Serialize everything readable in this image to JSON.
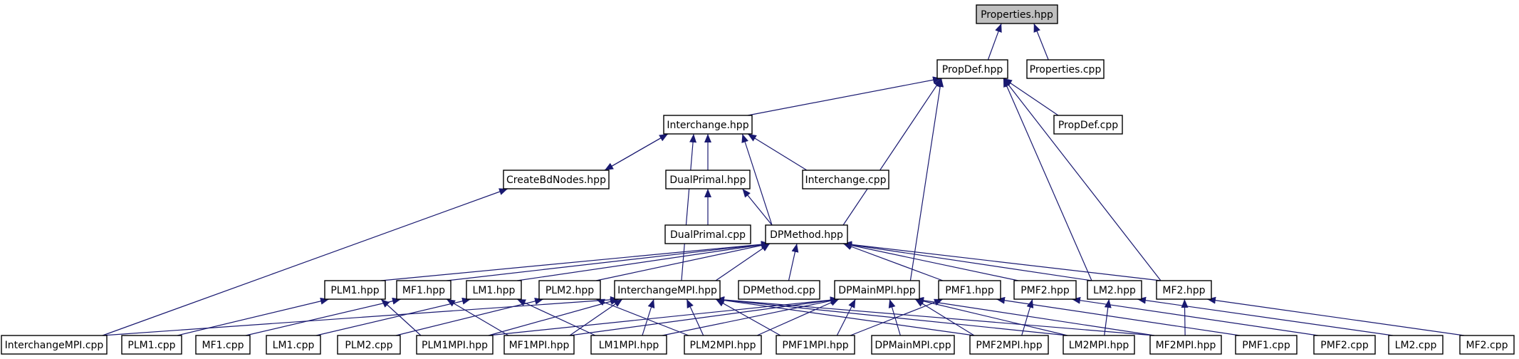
{
  "colors": {
    "edge": "#191970",
    "root_fill": "#bfbfbf",
    "node_fill": "#ffffff",
    "border": "#000000"
  },
  "nodes": [
    {
      "id": "properties_hpp",
      "label": "Properties.hpp",
      "root": true
    },
    {
      "id": "propdef_hpp",
      "label": "PropDef.hpp"
    },
    {
      "id": "properties_cpp",
      "label": "Properties.cpp"
    },
    {
      "id": "interchange_hpp",
      "label": "Interchange.hpp"
    },
    {
      "id": "propdef_cpp",
      "label": "PropDef.cpp"
    },
    {
      "id": "createbdnodes_hpp",
      "label": "CreateBdNodes.hpp"
    },
    {
      "id": "dualprimal_hpp",
      "label": "DualPrimal.hpp"
    },
    {
      "id": "interchange_cpp",
      "label": "Interchange.cpp"
    },
    {
      "id": "dualprimal_cpp",
      "label": "DualPrimal.cpp"
    },
    {
      "id": "dpmethod_hpp",
      "label": "DPMethod.hpp"
    },
    {
      "id": "plm1_hpp",
      "label": "PLM1.hpp"
    },
    {
      "id": "mf1_hpp",
      "label": "MF1.hpp"
    },
    {
      "id": "lm1_hpp",
      "label": "LM1.hpp"
    },
    {
      "id": "plm2_hpp",
      "label": "PLM2.hpp"
    },
    {
      "id": "interchangempi_hpp",
      "label": "InterchangeMPI.hpp"
    },
    {
      "id": "dpmethod_cpp",
      "label": "DPMethod.cpp"
    },
    {
      "id": "dpmainmpi_hpp",
      "label": "DPMainMPI.hpp"
    },
    {
      "id": "pmf1_hpp",
      "label": "PMF1.hpp"
    },
    {
      "id": "pmf2_hpp",
      "label": "PMF2.hpp"
    },
    {
      "id": "lm2_hpp",
      "label": "LM2.hpp"
    },
    {
      "id": "mf2_hpp",
      "label": "MF2.hpp"
    },
    {
      "id": "interchangempi_cpp",
      "label": "InterchangeMPI.cpp"
    },
    {
      "id": "plm1_cpp",
      "label": "PLM1.cpp"
    },
    {
      "id": "mf1_cpp",
      "label": "MF1.cpp"
    },
    {
      "id": "lm1_cpp",
      "label": "LM1.cpp"
    },
    {
      "id": "plm2_cpp",
      "label": "PLM2.cpp"
    },
    {
      "id": "plm1mpi_hpp",
      "label": "PLM1MPI.hpp"
    },
    {
      "id": "mf1mpi_hpp",
      "label": "MF1MPI.hpp"
    },
    {
      "id": "lm1mpi_hpp",
      "label": "LM1MPI.hpp"
    },
    {
      "id": "plm2mpi_hpp",
      "label": "PLM2MPI.hpp"
    },
    {
      "id": "pmf1mpi_hpp",
      "label": "PMF1MPI.hpp"
    },
    {
      "id": "dpmainmpi_cpp",
      "label": "DPMainMPI.cpp"
    },
    {
      "id": "pmf2mpi_hpp",
      "label": "PMF2MPI.hpp"
    },
    {
      "id": "lm2mpi_hpp",
      "label": "LM2MPI.hpp"
    },
    {
      "id": "mf2mpi_hpp",
      "label": "MF2MPI.hpp"
    },
    {
      "id": "pmf1_cpp",
      "label": "PMF1.cpp"
    },
    {
      "id": "pmf2_cpp",
      "label": "PMF2.cpp"
    },
    {
      "id": "lm2_cpp",
      "label": "LM2.cpp"
    },
    {
      "id": "mf2_cpp",
      "label": "MF2.cpp"
    }
  ],
  "edges": [
    {
      "from": "propdef_hpp",
      "to": "properties_hpp"
    },
    {
      "from": "properties_cpp",
      "to": "properties_hpp"
    },
    {
      "from": "interchange_hpp",
      "to": "propdef_hpp"
    },
    {
      "from": "propdef_cpp",
      "to": "propdef_hpp"
    },
    {
      "from": "dpmethod_hpp",
      "to": "propdef_hpp"
    },
    {
      "from": "dpmainmpi_hpp",
      "to": "propdef_hpp"
    },
    {
      "from": "lm2_hpp",
      "to": "propdef_hpp"
    },
    {
      "from": "mf2_hpp",
      "to": "propdef_hpp"
    },
    {
      "from": "createbdnodes_hpp",
      "to": "interchange_hpp"
    },
    {
      "from": "dualprimal_hpp",
      "to": "interchange_hpp"
    },
    {
      "from": "interchange_cpp",
      "to": "interchange_hpp"
    },
    {
      "from": "dpmethod_hpp",
      "to": "interchange_hpp"
    },
    {
      "from": "interchangempi_hpp",
      "to": "interchange_hpp"
    },
    {
      "from": "interchange_hpp",
      "to": "createbdnodes_hpp"
    },
    {
      "from": "interchangempi_cpp",
      "to": "createbdnodes_hpp"
    },
    {
      "from": "dualprimal_cpp",
      "to": "dualprimal_hpp"
    },
    {
      "from": "dpmethod_hpp",
      "to": "dualprimal_hpp"
    },
    {
      "from": "plm1_hpp",
      "to": "dpmethod_hpp"
    },
    {
      "from": "mf1_hpp",
      "to": "dpmethod_hpp"
    },
    {
      "from": "lm1_hpp",
      "to": "dpmethod_hpp"
    },
    {
      "from": "plm2_hpp",
      "to": "dpmethod_hpp"
    },
    {
      "from": "interchangempi_hpp",
      "to": "dpmethod_hpp"
    },
    {
      "from": "dpmethod_cpp",
      "to": "dpmethod_hpp"
    },
    {
      "from": "pmf1_hpp",
      "to": "dpmethod_hpp"
    },
    {
      "from": "pmf2_hpp",
      "to": "dpmethod_hpp"
    },
    {
      "from": "lm2_hpp",
      "to": "dpmethod_hpp"
    },
    {
      "from": "mf2_hpp",
      "to": "dpmethod_hpp"
    },
    {
      "from": "plm1_cpp",
      "to": "plm1_hpp"
    },
    {
      "from": "plm1mpi_hpp",
      "to": "plm1_hpp"
    },
    {
      "from": "mf1_cpp",
      "to": "mf1_hpp"
    },
    {
      "from": "mf1mpi_hpp",
      "to": "mf1_hpp"
    },
    {
      "from": "lm1_cpp",
      "to": "lm1_hpp"
    },
    {
      "from": "lm1mpi_hpp",
      "to": "lm1_hpp"
    },
    {
      "from": "plm2_cpp",
      "to": "plm2_hpp"
    },
    {
      "from": "plm2mpi_hpp",
      "to": "plm2_hpp"
    },
    {
      "from": "interchangempi_cpp",
      "to": "interchangempi_hpp"
    },
    {
      "from": "plm1mpi_hpp",
      "to": "interchangempi_hpp"
    },
    {
      "from": "mf1mpi_hpp",
      "to": "interchangempi_hpp"
    },
    {
      "from": "lm1mpi_hpp",
      "to": "interchangempi_hpp"
    },
    {
      "from": "plm2mpi_hpp",
      "to": "interchangempi_hpp"
    },
    {
      "from": "pmf1mpi_hpp",
      "to": "interchangempi_hpp"
    },
    {
      "from": "pmf2mpi_hpp",
      "to": "interchangempi_hpp"
    },
    {
      "from": "lm2mpi_hpp",
      "to": "interchangempi_hpp"
    },
    {
      "from": "mf2mpi_hpp",
      "to": "interchangempi_hpp"
    },
    {
      "from": "plm1mpi_hpp",
      "to": "dpmainmpi_hpp"
    },
    {
      "from": "mf1mpi_hpp",
      "to": "dpmainmpi_hpp"
    },
    {
      "from": "lm1mpi_hpp",
      "to": "dpmainmpi_hpp"
    },
    {
      "from": "plm2mpi_hpp",
      "to": "dpmainmpi_hpp"
    },
    {
      "from": "pmf1mpi_hpp",
      "to": "dpmainmpi_hpp"
    },
    {
      "from": "dpmainmpi_cpp",
      "to": "dpmainmpi_hpp"
    },
    {
      "from": "pmf2mpi_hpp",
      "to": "dpmainmpi_hpp"
    },
    {
      "from": "lm2mpi_hpp",
      "to": "dpmainmpi_hpp"
    },
    {
      "from": "mf2mpi_hpp",
      "to": "dpmainmpi_hpp"
    },
    {
      "from": "pmf1_cpp",
      "to": "pmf1_hpp"
    },
    {
      "from": "pmf1mpi_hpp",
      "to": "pmf1_hpp"
    },
    {
      "from": "pmf2_cpp",
      "to": "pmf2_hpp"
    },
    {
      "from": "pmf2mpi_hpp",
      "to": "pmf2_hpp"
    },
    {
      "from": "lm2_cpp",
      "to": "lm2_hpp"
    },
    {
      "from": "lm2mpi_hpp",
      "to": "lm2_hpp"
    },
    {
      "from": "mf2_cpp",
      "to": "mf2_hpp"
    },
    {
      "from": "mf2mpi_hpp",
      "to": "mf2_hpp"
    }
  ]
}
